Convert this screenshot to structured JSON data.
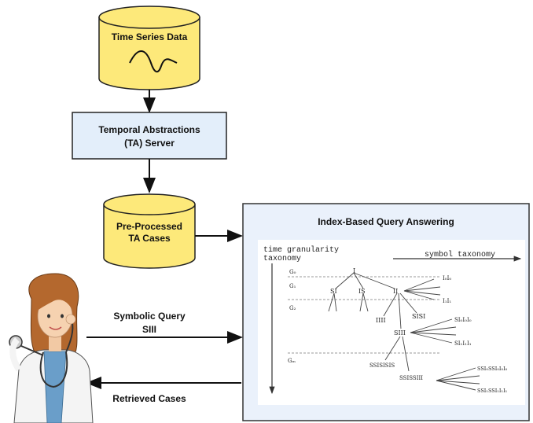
{
  "nodes": {
    "time_series": "Time Series Data",
    "ta_server_line1": "Temporal Abstractions",
    "ta_server_line2": "(TA) Server",
    "preprocessed_line1": "Pre-Processed",
    "preprocessed_line2": "TA Cases",
    "panel_title": "Index-Based Query Answering"
  },
  "taxonomy": {
    "time_label_line1": "time granularity",
    "time_label_line2": "taxonomy",
    "symbol_label": "symbol taxonomy",
    "levels": [
      "G₀",
      "G₁",
      "G₂",
      "Gₘ"
    ],
    "symbols": {
      "root": "I",
      "l1": [
        "SI",
        "IS",
        "II"
      ],
      "ii_children": [
        "I₀I₀",
        "I₁I₁"
      ],
      "l2": [
        "IIII",
        "SIII",
        "SISI"
      ],
      "siii_children": [
        "SI₀I₀I₀",
        "SI₁I₁I₁"
      ],
      "deep1": "SSISISIS",
      "deep2": "SSISSIII",
      "deep_children": [
        "SSI₀SSI₀I₀I₀",
        "SSI₁SSI₁I₁I₁"
      ]
    }
  },
  "arrows": {
    "symbolic_query": "Symbolic Query",
    "query_value": "SIII",
    "retrieved_cases": "Retrieved Cases"
  },
  "colors": {
    "cylinder_fill": "#fde97a",
    "box_fill": "#e3eefa",
    "panel_fill": "#eaf1fb",
    "panel_inner": "#ffffff"
  }
}
